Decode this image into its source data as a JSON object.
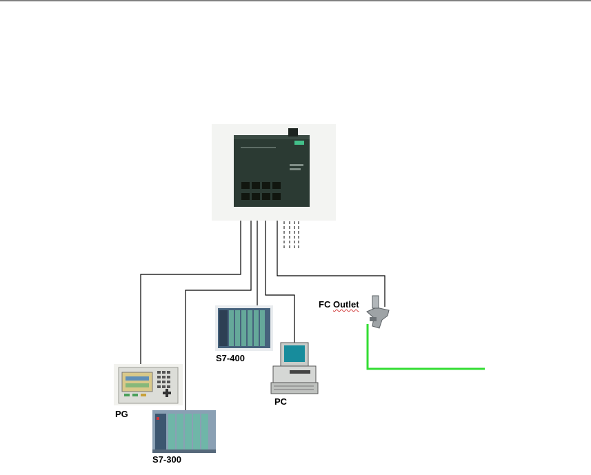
{
  "diagram": {
    "labels": {
      "pg": "PG",
      "s7_300": "S7-300",
      "s7_400": "S7-400",
      "pc": "PC",
      "fc_outlet_part1": "FC",
      "fc_outlet_part2": "Outlet"
    },
    "colors": {
      "cable": "#000000",
      "green_cable": "#33dd33",
      "switch_body": "#2b3a33"
    },
    "icons": [
      "switch-icon",
      "pg-device-icon",
      "s7-300-rack-icon",
      "s7-400-rack-icon",
      "pc-icon",
      "fc-outlet-icon"
    ]
  }
}
